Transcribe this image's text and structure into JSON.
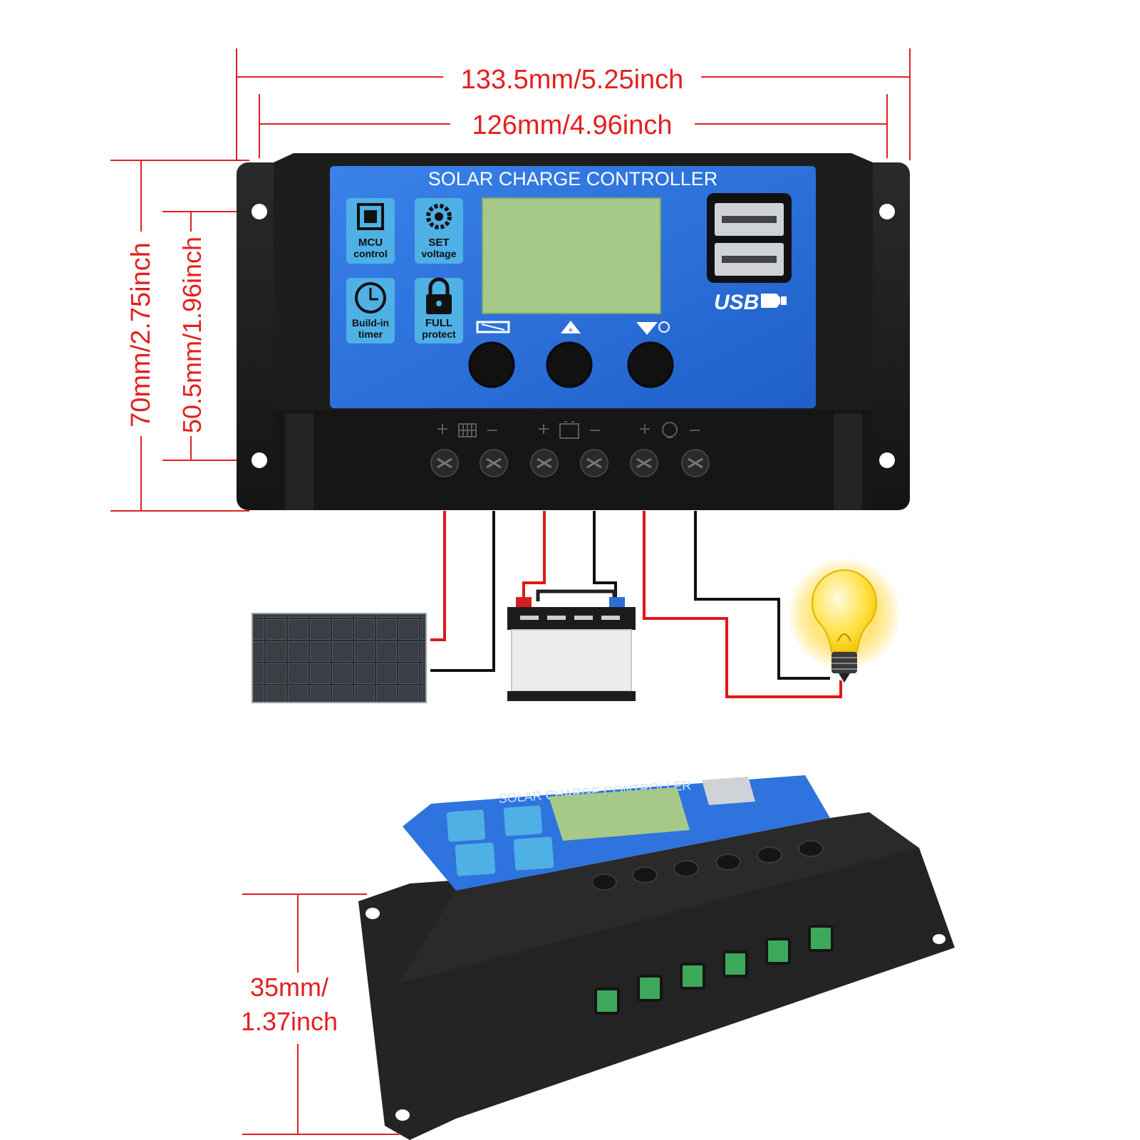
{
  "dimensions": {
    "outer_width": "133.5mm/5.25inch",
    "inner_width": "126mm/4.96inch",
    "outer_height": "70mm/2.75inch",
    "inner_height": "50.5mm/1.96inch",
    "depth_line1": "35mm/",
    "depth_line2": "1.37inch"
  },
  "controller": {
    "title": "SOLAR CHARGE CONTROLLER",
    "usb_label": "USB",
    "features": [
      {
        "icon": "chip-icon",
        "line1": "MCU",
        "line2": "control"
      },
      {
        "icon": "gear-icon",
        "line1": "SET",
        "line2": "voltage"
      },
      {
        "icon": "clock-icon",
        "line1": "Build-in",
        "line2": "timer"
      },
      {
        "icon": "lock-icon",
        "line1": "FULL",
        "line2": "protect"
      }
    ],
    "buttons": [
      "menu-button",
      "up-button",
      "down-button"
    ],
    "terminal_groups": [
      "solar-panel",
      "battery",
      "load"
    ]
  },
  "colors": {
    "dimension_red": "#e32020",
    "panel_blue": "#2f73de",
    "housing_black": "#1e1e1e",
    "lcd_green": "#a6c98a",
    "wire_red": "#e01818",
    "wire_black": "#111111"
  }
}
